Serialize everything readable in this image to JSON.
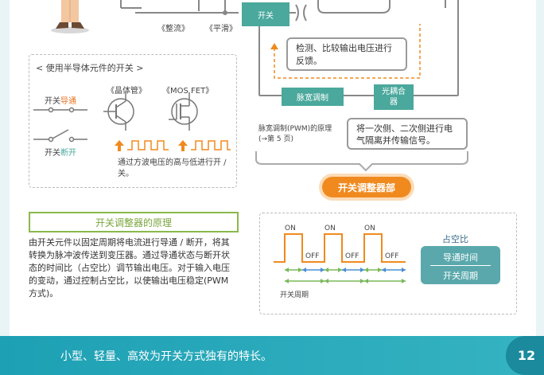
{
  "top": {
    "rectifier_label": "《整流》",
    "smoothing_label": "《平滑》",
    "switch_label": "开关",
    "feedback_text": "检测、比较输出电压进行反馈。",
    "pwm_label": "脉宽调制",
    "optocoupler_label": "光耦合器",
    "pwm_note": "脉宽调制(PWM)的原理(→第 5 页)",
    "isolation_text": "将一次侧、二次侧进行电气隔离并传输信号。",
    "regulator_label": "开关调整器部"
  },
  "semiconductor": {
    "title": "< 使用半导体元件的开关 >",
    "switch_on_prefix": "开关",
    "switch_on_word": "导通",
    "switch_off_prefix": "开关",
    "switch_off_word": "断开",
    "transistor_label": "《晶体管》",
    "mosfet_label": "《MOS FET》",
    "caption": "通过方波电压的高与低进行开 / 关。",
    "colors": {
      "on": "#e8731e",
      "off": "#4aa89c"
    }
  },
  "principle": {
    "title": "开关调整器的原理",
    "body": "由开关元件以固定周期将电流进行导通 / 断开，将其转换为脉冲波传送到变压器。通过导通状态与断开状态的时间比（占空比）调节输出电压。对于输入电压的变动，通过控制占空比，以使输出电压稳定(PWM 方式)。"
  },
  "pwm_chart": {
    "on_label": "ON",
    "off_label": "OFF",
    "period_label": "开关周期",
    "duty_title": "占空比",
    "duty_numerator": "导通时间",
    "duty_denominator": "开关周期"
  },
  "footer": {
    "text": "小型、轻量、高效为开关方式独有的特长。",
    "page_number": "12"
  }
}
